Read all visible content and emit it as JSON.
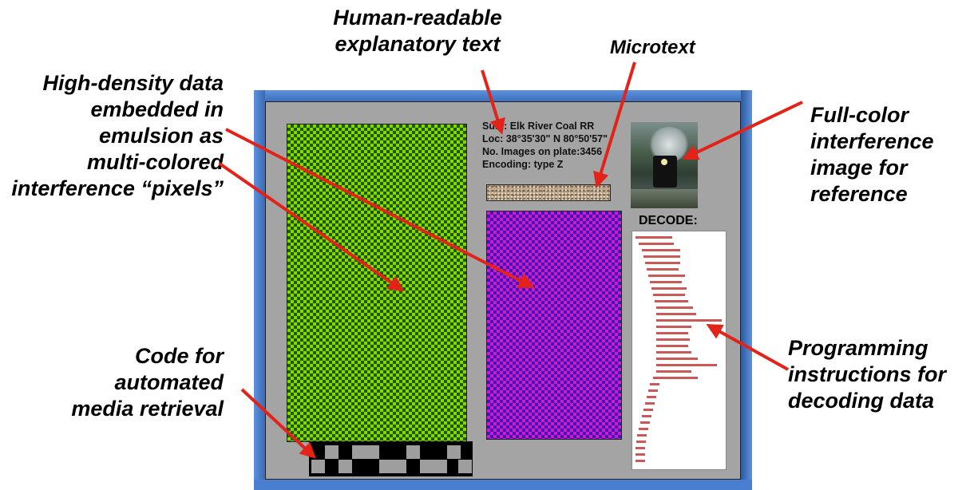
{
  "callouts": {
    "human_readable": "Human-readable\nexplanatory text",
    "microtext": "Microtext",
    "high_density": "High-density data\nembedded in\nemulsion as\nmulti-colored\ninterference “pixels”",
    "full_color": "Full-color\ninterference\nimage for\nreference",
    "code_retrieval": "Code for\nautomated\nmedia retrieval",
    "programming": "Programming\ninstructions for\ndecoding data"
  },
  "plate_text": {
    "subj": "Subj: Elk River Coal RR",
    "loc": "Loc: 38°35'30\" N 80°50'57\"",
    "images": "No. Images on plate:3456",
    "encoding": "Encoding: type Z"
  },
  "decode": {
    "label": "DECODE:"
  },
  "colors": {
    "frame": "#4a7fcf",
    "plate": "#a4a4a4",
    "arrow": "#e2231a",
    "green_data": "#8bd600",
    "purple_data": "#d61ab8",
    "code": "#c23b3b"
  },
  "icons": {
    "reference_image": "steam-locomotive-photo"
  }
}
